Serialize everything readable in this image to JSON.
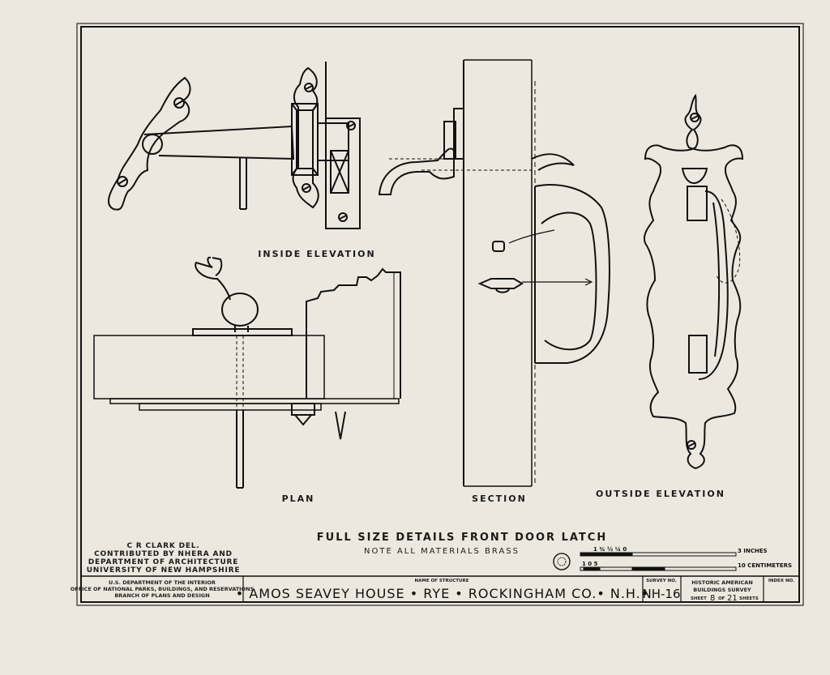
{
  "views": {
    "inside_elevation": "INSIDE ELEVATION",
    "plan": "PLAN",
    "section": "SECTION",
    "outside_elevation": "OUTSIDE ELEVATION"
  },
  "title": {
    "main": "FULL SIZE DETAILS FRONT DOOR LATCH",
    "note": "NOTE   ALL MATERIALS BRASS"
  },
  "credits": {
    "line1": "C R CLARK   DEL.",
    "line2": "CONTRIBUTED BY NHERA AND",
    "line3": "DEPARTMENT OF ARCHITECTURE",
    "line4": "UNIVERSITY OF NEW HAMPSHIRE"
  },
  "scale": {
    "inch_ticks": "1  ¾  ½  ¼  0",
    "inch_label": "3 INCHES",
    "cm_ticks": "1   0            5",
    "cm_label": "10 CENTIMETERS"
  },
  "title_block": {
    "agency1": "U.S. DEPARTMENT OF THE INTERIOR",
    "agency2": "OFFICE OF NATIONAL PARKS, BUILDINGS, AND RESERVATIONS",
    "agency3": "BRANCH OF PLANS AND DESIGN",
    "structure_caption": "NAME OF STRUCTURE",
    "structure_name": "• AMOS SEAVEY HOUSE • RYE • ROCKINGHAM  CO.• N.H.•",
    "survey_caption": "SURVEY NO.",
    "survey_no": "NH-16",
    "habs1": "HISTORIC AMERICAN",
    "habs2": "BUILDINGS SURVEY",
    "sheet_word": "SHEET",
    "sheet_no": "8",
    "of_word": "OF",
    "sheet_total": "21",
    "sheets_word": "SHEETS",
    "index_caption": "INDEX NO."
  }
}
